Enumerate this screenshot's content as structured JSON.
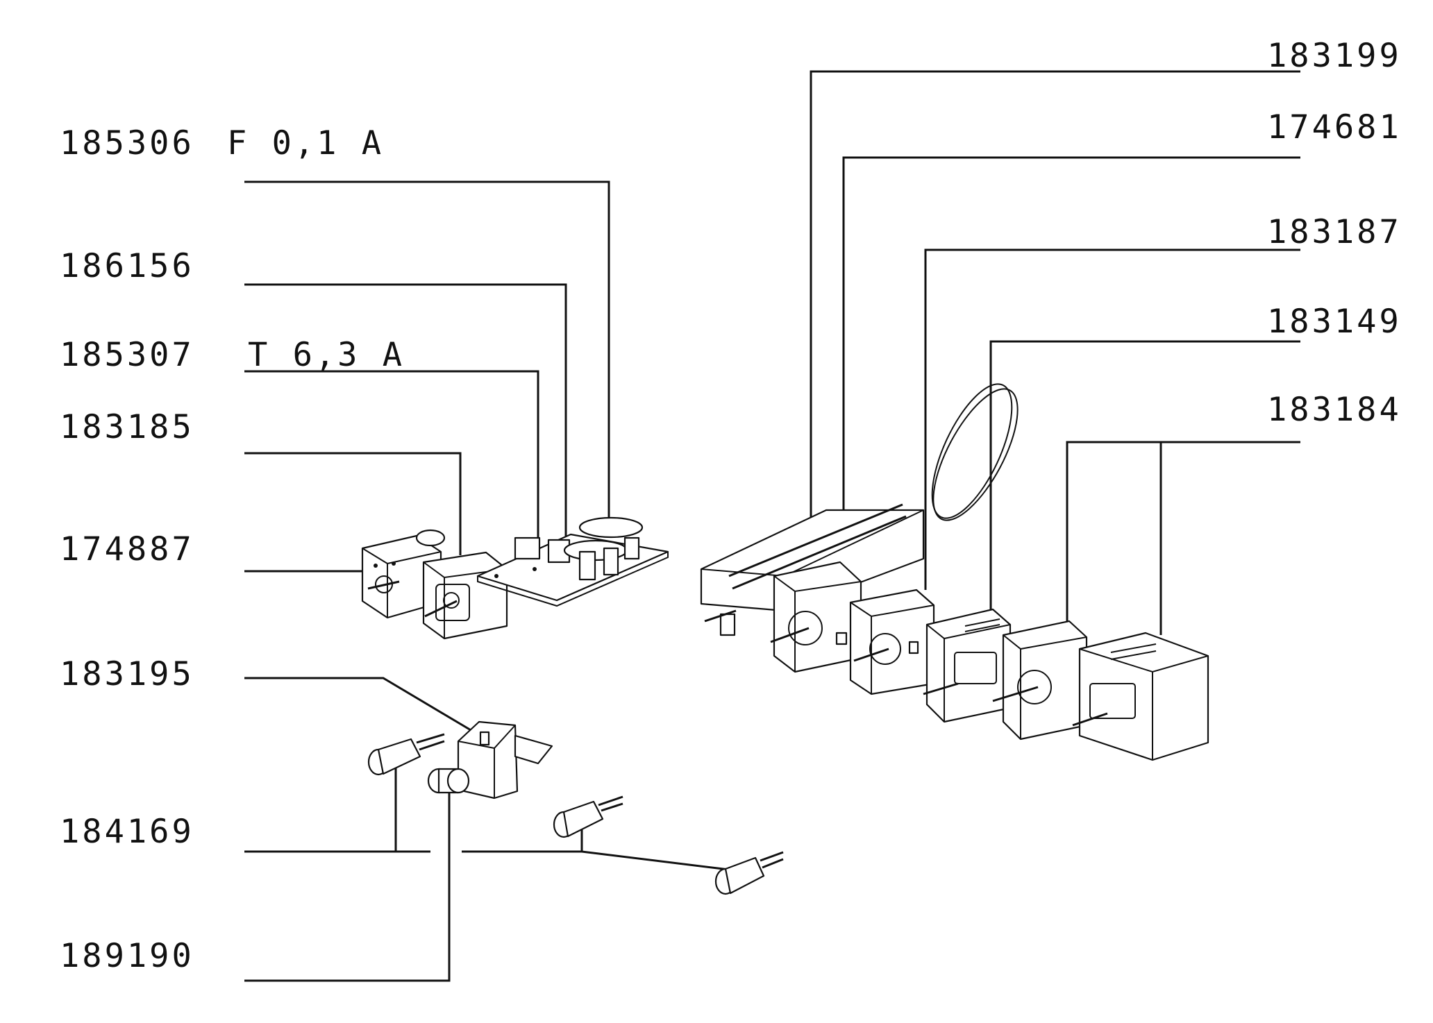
{
  "left_labels": {
    "p185306": {
      "part": "185306",
      "rating": "F 0,1 A"
    },
    "p186156": {
      "part": "186156"
    },
    "p185307": {
      "part": "185307",
      "rating": "T 6,3 A"
    },
    "p183185": {
      "part": "183185"
    },
    "p174887": {
      "part": "174887"
    },
    "p183195": {
      "part": "183195"
    },
    "p184169": {
      "part": "184169"
    },
    "p189190": {
      "part": "189190"
    }
  },
  "right_labels": {
    "p183199": {
      "part": "183199"
    },
    "p174681": {
      "part": "174681"
    },
    "p183187": {
      "part": "183187"
    },
    "p183149": {
      "part": "183149"
    },
    "p183184": {
      "part": "183184"
    }
  }
}
